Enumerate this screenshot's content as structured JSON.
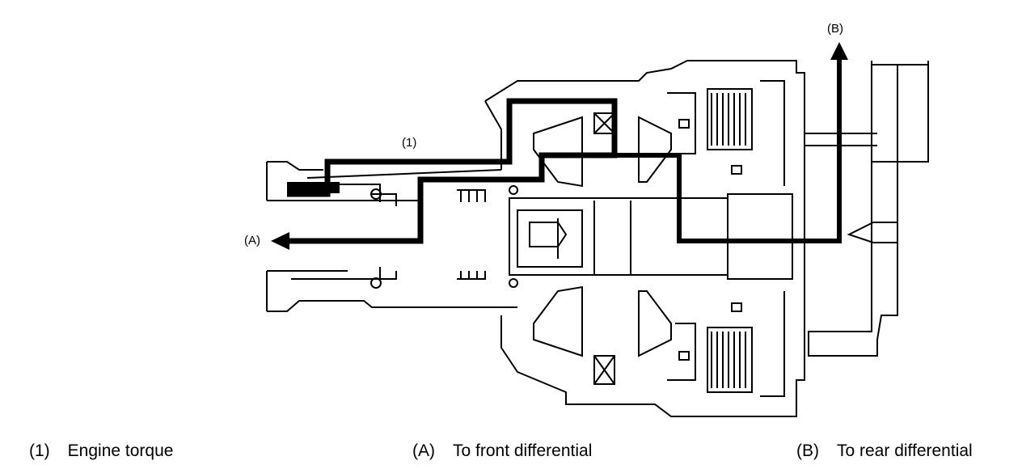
{
  "labels": {
    "torque_path": "(1)",
    "front_output": "(A)",
    "rear_output": "(B)"
  },
  "legend": [
    {
      "key": "(1)",
      "text": "Engine torque"
    },
    {
      "key": "(A)",
      "text": "To front differential"
    },
    {
      "key": "(B)",
      "text": "To rear differential"
    }
  ],
  "colors": {
    "line": "#000000",
    "background": "#ffffff"
  }
}
